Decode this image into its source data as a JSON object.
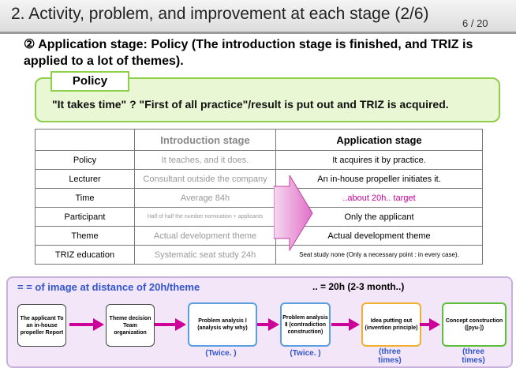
{
  "header": {
    "title": "2. Activity, problem, and improvement at each stage (2/6)",
    "page": "6 / 20"
  },
  "subtitle": "② Application stage: Policy (The introduction stage is finished, and TRIZ is applied to a lot of themes).",
  "policy": {
    "label": "Policy",
    "text": "\"It takes time\" ? \"First of all practice\"/result is put out and TRIZ is acquired."
  },
  "table": {
    "headers": [
      "",
      "Introduction stage",
      "Application stage"
    ],
    "rows": [
      [
        "Policy",
        "It teaches, and it does.",
        "It acquires it by practice."
      ],
      [
        "Lecturer",
        "Consultant outside the company",
        "An in-house propeller initiates it."
      ],
      [
        "Time",
        "Average 84h",
        "..about 20h.. target"
      ],
      [
        "Participant",
        "Half of half the number nomination + applicants",
        "Only the applicant"
      ],
      [
        "Theme",
        "Actual development theme",
        "Actual development theme"
      ],
      [
        "TRIZ education",
        "Systematic seat study 24h",
        "Seat study none (Only a necessary point : in every case)."
      ]
    ]
  },
  "bottom": {
    "title": "= = of image at distance of 20h/theme",
    "right": ".. =   20h (2-3 month..)",
    "steps": [
      {
        "label": "The applicant To an in-house propeller Report",
        "border": "#444444"
      },
      {
        "label": "Theme decision Team organization",
        "border": "#444444"
      },
      {
        "label": "Problem analysis Ⅰ (analysis why why)",
        "border": "#5aa0e0"
      },
      {
        "label": "Problem analysis Ⅱ (contradiction construction)",
        "border": "#5aa0e0"
      },
      {
        "label": "Idea putting out (invention principle)",
        "border": "#f0b030"
      },
      {
        "label": "Concept construction ([pyu-])",
        "border": "#5cbf3c"
      }
    ],
    "notes": [
      "(Twice. )",
      "(Twice. )",
      "(three times)",
      "(three times)"
    ]
  },
  "colors": {
    "arrow": "#cc0099",
    "policy_border": "#8fce4a",
    "accent_blue": "#3355cc"
  }
}
